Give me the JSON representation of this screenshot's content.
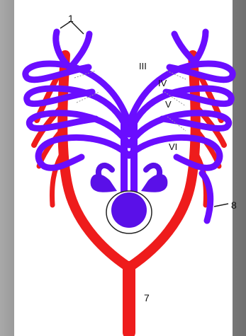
{
  "diagram": {
    "labels": {
      "l1": "1",
      "l3": "III",
      "l4": "IV",
      "l5": "V",
      "l6": "VI",
      "l7": "7",
      "l8": "8"
    },
    "colors": {
      "artery_red": "#ee1c1c",
      "arch_blue": "#6a0dff",
      "heart_blue": "#5a10e8",
      "outline": "#222222",
      "background": "#ffffff",
      "frame_gray": "#9a9a9a"
    }
  }
}
